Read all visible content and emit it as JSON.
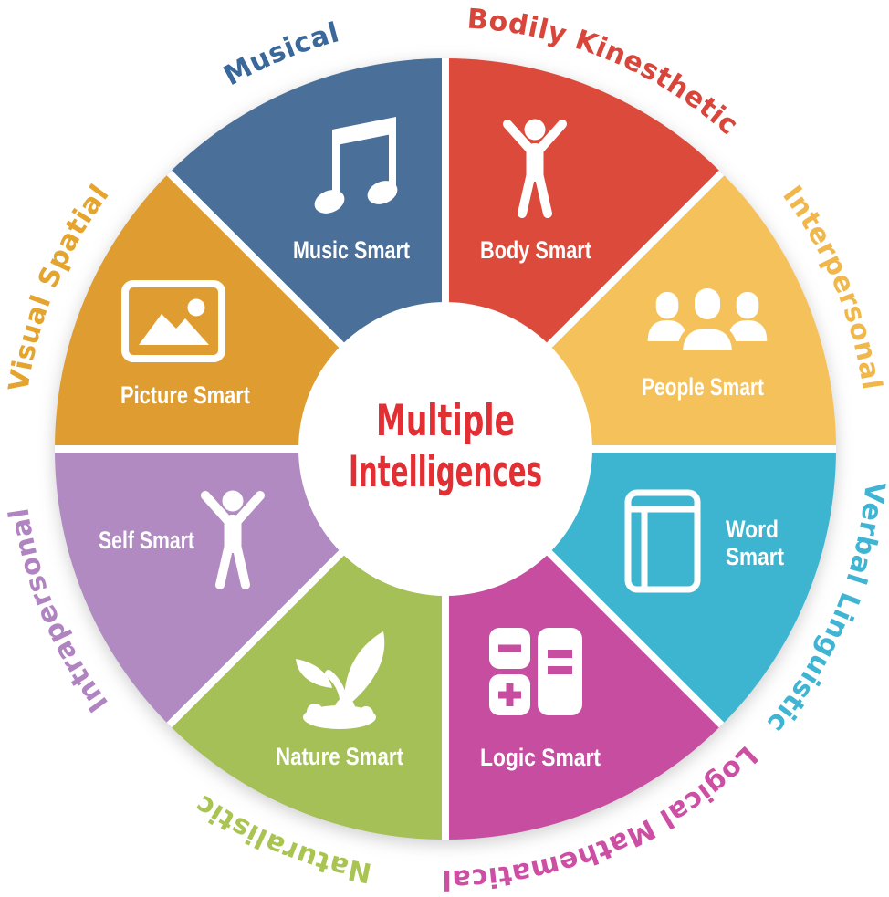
{
  "title": {
    "line1": "Multiple",
    "line2": "Intelligences",
    "color": "#e22f33"
  },
  "segments": [
    {
      "name": "musical",
      "outer_label": "Musical",
      "inner_label": "Music Smart",
      "icon": "music-note-icon",
      "color": "#4a6f99",
      "label_color": "#3a689b"
    },
    {
      "name": "bodily-kinesthetic",
      "outer_label": "Bodily Kinesthetic",
      "inner_label": "Body Smart",
      "icon": "person-arms-raised-icon",
      "color": "#dc4a3c",
      "label_color": "#d8453b"
    },
    {
      "name": "interpersonal",
      "outer_label": "Interpersonal",
      "inner_label": "People Smart",
      "icon": "people-group-icon",
      "color": "#f5c15b",
      "label_color": "#f0b74d"
    },
    {
      "name": "verbal-linguistic",
      "outer_label": "Verbal Linguistic",
      "inner_label": "Word Smart",
      "inner_label_line1": "Word",
      "inner_label_line2": "Smart",
      "icon": "book-icon",
      "color": "#3eb5d0",
      "label_color": "#3fb4d3"
    },
    {
      "name": "logical-mathematical",
      "outer_label": "Logical Mathematical",
      "inner_label": "Logic Smart",
      "icon": "calculator-icon",
      "color": "#c64da0",
      "label_color": "#cc4fa4"
    },
    {
      "name": "naturalistic",
      "outer_label": "Naturalistic",
      "inner_label": "Nature Smart",
      "icon": "sprout-icon",
      "color": "#a4c057",
      "label_color": "#a9c452"
    },
    {
      "name": "intrapersonal",
      "outer_label": "Intrapersonal",
      "inner_label": "Self Smart",
      "icon": "person-arms-raised-icon",
      "color": "#b18ac2",
      "label_color": "#b084c0"
    },
    {
      "name": "visual-spatial",
      "outer_label": "Visual Spatial",
      "inner_label": "Picture Smart",
      "icon": "picture-icon",
      "color": "#df9c31",
      "label_color": "#e4a42e"
    }
  ]
}
